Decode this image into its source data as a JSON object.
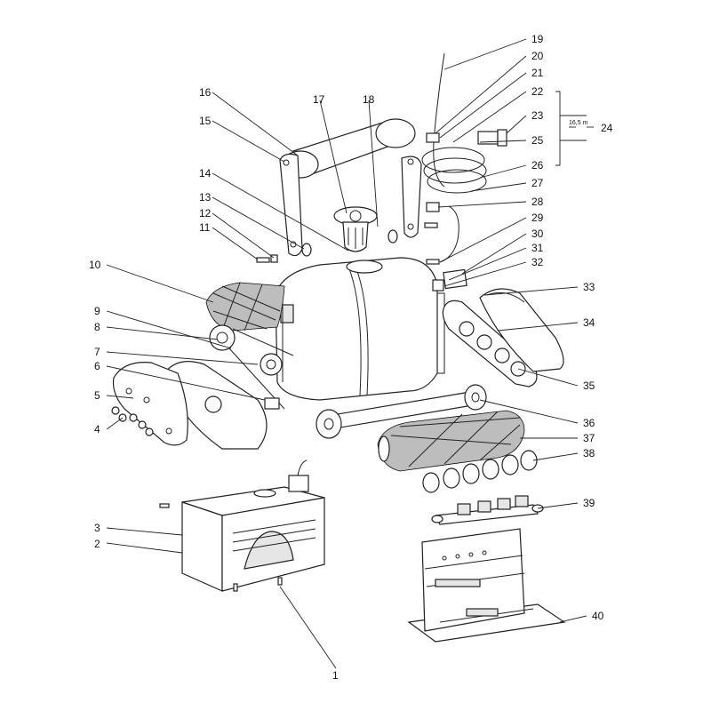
{
  "diagram": {
    "callouts": [
      "1",
      "2",
      "3",
      "4",
      "5",
      "6",
      "7",
      "8",
      "9",
      "10",
      "11",
      "12",
      "13",
      "14",
      "15",
      "16",
      "17",
      "18",
      "19",
      "20",
      "21",
      "22",
      "23",
      "24",
      "25",
      "26",
      "27",
      "28",
      "29",
      "30",
      "31",
      "32",
      "33",
      "34",
      "35",
      "36",
      "37",
      "38",
      "39",
      "40"
    ],
    "cable_length": "16,5 m"
  }
}
